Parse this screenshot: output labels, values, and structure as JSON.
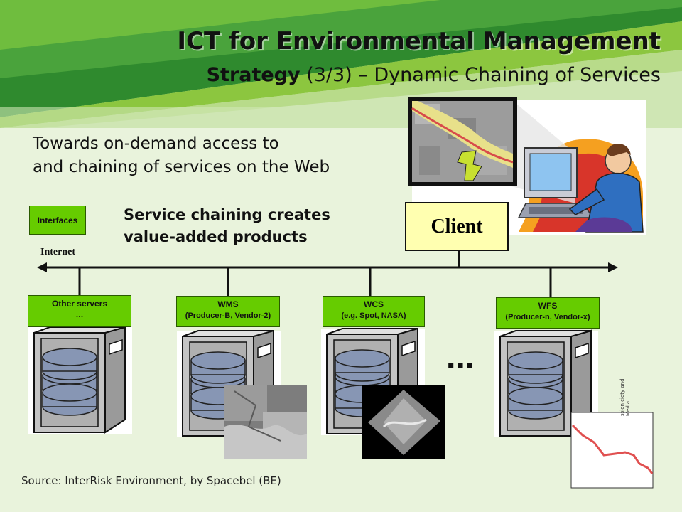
{
  "slide": {
    "title": "ICT for Environmental Management",
    "subtitle_bold": "Strategy",
    "subtitle_rest": " (3/3) – Dynamic Chaining of Services",
    "intro_line1": "Towards on-demand access to",
    "intro_line2": "and chaining of services on the Web",
    "chaining_line1": "Service chaining creates",
    "chaining_line2": "value-added products",
    "interfaces_label": "Interfaces",
    "internet_label": "Internet",
    "client_label": "Client",
    "servers": [
      {
        "line1": "Other servers",
        "line2": "…"
      },
      {
        "line1": "WMS",
        "line2": "(Producer-B,  Vendor-2)"
      },
      {
        "line1": "WCS",
        "line2": "(e.g. Spot, NASA)"
      },
      {
        "line1": "WFS",
        "line2": "(Producer-n,  Vendor-x)"
      }
    ],
    "ellipsis": "…",
    "source": "Source: InterRisk Environment, by Spacebel (BE)",
    "side_text": "ssion ciety and Media"
  },
  "colors": {
    "banner_dark": "#3f9a3a",
    "banner_light": "#8cc63f",
    "label_green": "#66cc00",
    "client_fill": "#ffffb0",
    "disk_blue": "#8796b4",
    "line_red": "#e05050"
  }
}
